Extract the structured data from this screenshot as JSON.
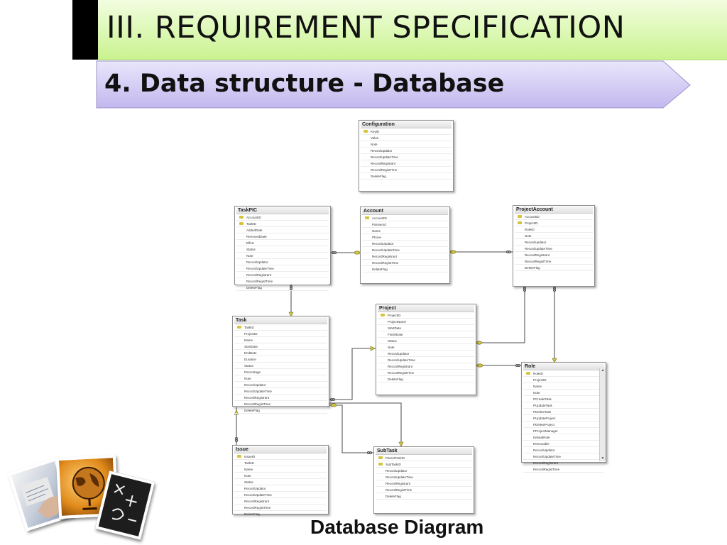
{
  "header": {
    "title": "III. REQUIREMENT SPECIFICATION",
    "subtitle": "4. Data structure - Database"
  },
  "caption": "Database Diagram",
  "colors": {
    "title_green": "#d6f7a8",
    "subtitle_purple": "#d4cdf4",
    "key_icon": "#d5c53d",
    "relation_line": "#6f6f6f"
  },
  "tables": [
    {
      "name": "Configuration",
      "keys": 1,
      "columns": [
        "KeyID",
        "Value",
        "Note",
        "RecordUpdator",
        "RecordUpdateTime",
        "RecordRegistrant",
        "RecordRegistTime",
        "DeleteFlag"
      ]
    },
    {
      "name": "TaskPIC",
      "keys": 2,
      "columns": [
        "AccountID",
        "TaskID",
        "AddedDate",
        "RemovedDate",
        "Effort",
        "Status",
        "Note",
        "RecordUpdator",
        "RecordUpdateTime",
        "RecordRegistrant",
        "RecordRegistTime",
        "DeleteFlag"
      ]
    },
    {
      "name": "Account",
      "keys": 1,
      "columns": [
        "AccountID",
        "Password",
        "Name",
        "Phone",
        "RecordUpdator",
        "RecordUpdateTime",
        "RecordRegistrant",
        "RecordRegistTime",
        "DeleteFlag"
      ]
    },
    {
      "name": "ProjectAccount",
      "keys": 2,
      "columns": [
        "AccountID",
        "ProjectID",
        "RoleID",
        "Note",
        "RecordUpdator",
        "RecordUpdateTime",
        "RecordRegistrant",
        "RecordRegistTime",
        "DeleteFlag"
      ]
    },
    {
      "name": "Project",
      "keys": 1,
      "columns": [
        "ProjectID",
        "ProjectName",
        "StartDate",
        "FinishDate",
        "Status",
        "Note",
        "RecordUpdator",
        "RecordUpdateTime",
        "RecordRegistrant",
        "RecordRegistTime",
        "DeleteFlag"
      ]
    },
    {
      "name": "Task",
      "keys": 1,
      "columns": [
        "TaskID",
        "ProjectID",
        "Name",
        "StartDate",
        "EndDate",
        "Duration",
        "Status",
        "Percentage",
        "Note",
        "RecordUpdator",
        "RecordUpdateTime",
        "RecordRegistrant",
        "RecordRegistTime",
        "DeleteFlag"
      ]
    },
    {
      "name": "Role",
      "keys": 1,
      "columns": [
        "RoleID",
        "ProjectID",
        "Name",
        "Note",
        "PCreateTask",
        "PUpdateTask",
        "PDeleteTask",
        "PUpdateProject",
        "PDeleteProject",
        "PProjectManager",
        "DefaultRole",
        "Removable",
        "RecordUpdator",
        "RecordUpdateTime",
        "RecordRegistrant",
        "RecordRegistTime"
      ]
    },
    {
      "name": "Issue",
      "keys": 1,
      "columns": [
        "IssueID",
        "TaskID",
        "Name",
        "Note",
        "Status",
        "RecordUpdator",
        "RecordUpdateTime",
        "RecordRegistrant",
        "RecordRegistTime",
        "DeleteFlag"
      ]
    },
    {
      "name": "SubTask",
      "keys": 2,
      "columns": [
        "ParentTaskID",
        "SubTaskID",
        "RecordUpdator",
        "RecordUpdateTime",
        "RecordRegistrant",
        "RecordRegistTime",
        "DeleteFlag"
      ]
    }
  ]
}
